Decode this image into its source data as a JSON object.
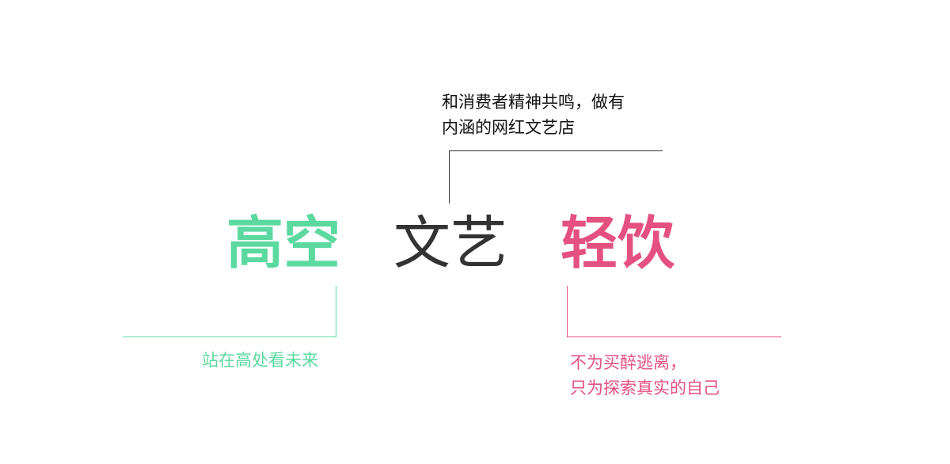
{
  "keywords": {
    "left": "高空",
    "middle": "文艺",
    "right": "轻饮"
  },
  "captions": {
    "top": [
      "和消费者精神共鸣，做有",
      "内涵的网红文艺店"
    ],
    "left": [
      "站在高处看未来"
    ],
    "right": [
      "不为买醉逃离，",
      "只为探索真实的自己"
    ]
  },
  "colors": {
    "green": "#5cd9a0",
    "dark": "#333333",
    "pink": "#e4507f",
    "caption_dark": "#111111",
    "line_dark": "#333333"
  }
}
